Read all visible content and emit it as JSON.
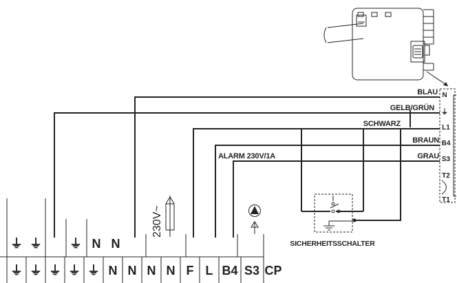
{
  "wire_labels": {
    "blau": "BLAU",
    "gelb_gruen": "GELB/GRÜN",
    "schwarz": "SCHWARZ",
    "braun": "BRAUN",
    "grau": "GRAU",
    "alarm": "ALARM 230V/1A"
  },
  "connector_pins": [
    "N",
    "⏚",
    "L1",
    "B4",
    "S3",
    "T2",
    "T1"
  ],
  "safety_switch_label": "SICHERHEITSSCHALTER",
  "voltage_label": "230V~",
  "upper_terminals": [
    "⏚",
    "⏚",
    "⏚",
    "N",
    "N"
  ],
  "lower_terminals": [
    "⏚",
    "⏚",
    "⏚",
    "⏚",
    "⏚",
    "N",
    "N",
    "N",
    "N",
    "F",
    "L",
    "B4",
    "S3",
    "CP"
  ],
  "icons": {
    "fuse": "fuse-icon",
    "pump": "pump-icon",
    "burner_plug": "burner-plug-icon",
    "ground": "ground-icon"
  },
  "colors": {
    "ink": "#222222",
    "background": "#ffffff"
  }
}
